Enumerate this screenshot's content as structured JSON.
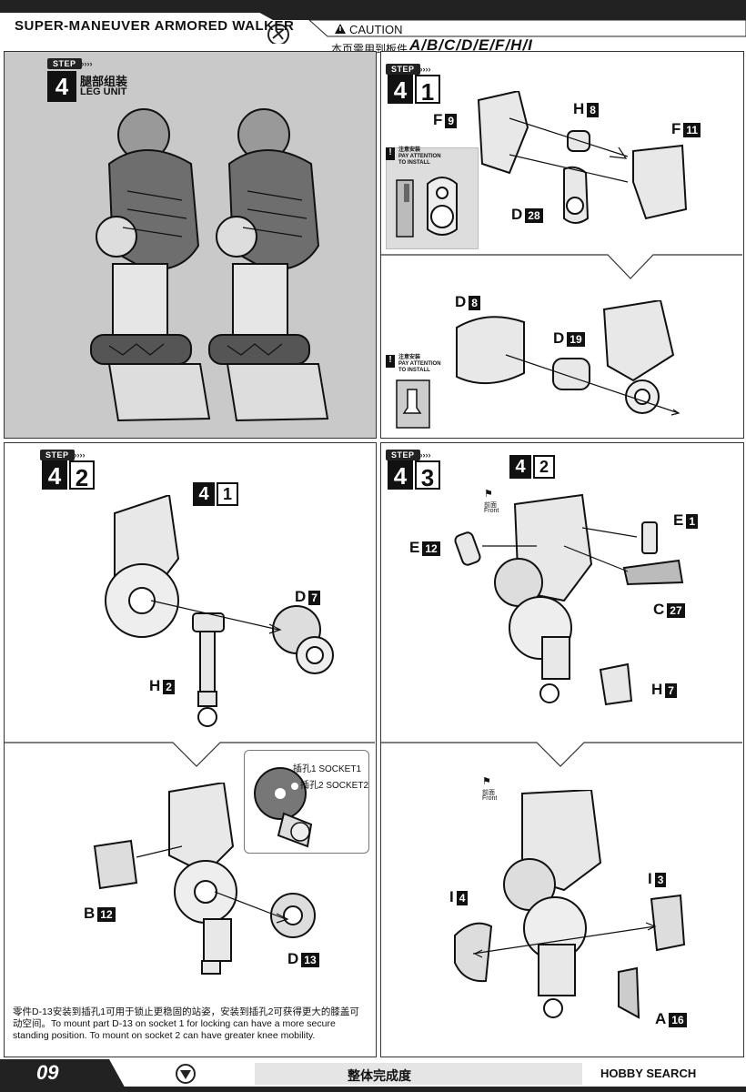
{
  "header": {
    "title": "SUPER-MANEUVER ARMORED WALKER",
    "caution": "CAUTION",
    "parts_label_cn": "本页需用到板件",
    "parts_list": "A/B/C/D/E/F/H/I"
  },
  "step4": {
    "tag": "STEP",
    "number": "4",
    "title_cn": "腿部组装",
    "title_en": "LEG UNIT"
  },
  "step41": {
    "tag": "STEP",
    "num_a": "4",
    "num_b": "1",
    "attn_cn": "注意安装",
    "attn_en1": "PAY ATTENTION",
    "attn_en2": "TO INSTALL",
    "parts": [
      {
        "letter": "F",
        "num": "9"
      },
      {
        "letter": "H",
        "num": "8"
      },
      {
        "letter": "F",
        "num": "11"
      },
      {
        "letter": "D",
        "num": "28"
      }
    ],
    "parts2": [
      {
        "letter": "D",
        "num": "8"
      },
      {
        "letter": "D",
        "num": "19"
      }
    ]
  },
  "step42": {
    "tag": "STEP",
    "num_a": "4",
    "num_b": "2",
    "ref_a": "4",
    "ref_b": "1",
    "parts": [
      {
        "letter": "D",
        "num": "7"
      },
      {
        "letter": "H",
        "num": "2"
      }
    ],
    "socket1": "插孔1 SOCKET1",
    "socket2": "插孔2 SOCKET2",
    "parts2": [
      {
        "letter": "B",
        "num": "12"
      },
      {
        "letter": "D",
        "num": "13"
      }
    ],
    "note": "零件D-13安装到插孔1可用于锁止更稳固的站姿，安装到插孔2可获得更大的膝盖可动空间。To mount part D-13 on socket 1 for locking can have a more secure standing position. To mount on socket 2 can have greater knee mobility."
  },
  "step43": {
    "tag": "STEP",
    "num_a": "4",
    "num_b": "3",
    "ref_a": "4",
    "ref_b": "2",
    "front_cn": "前面",
    "front_en": "Front",
    "parts": [
      {
        "letter": "E",
        "num": "1"
      },
      {
        "letter": "E",
        "num": "12"
      },
      {
        "letter": "C",
        "num": "27"
      },
      {
        "letter": "H",
        "num": "7"
      }
    ],
    "parts2": [
      {
        "letter": "I",
        "num": "4"
      },
      {
        "letter": "I",
        "num": "3"
      },
      {
        "letter": "A",
        "num": "16"
      }
    ]
  },
  "footer": {
    "page": "09",
    "complete": "整体完成度",
    "brand": "HOBBY SEARCH"
  }
}
